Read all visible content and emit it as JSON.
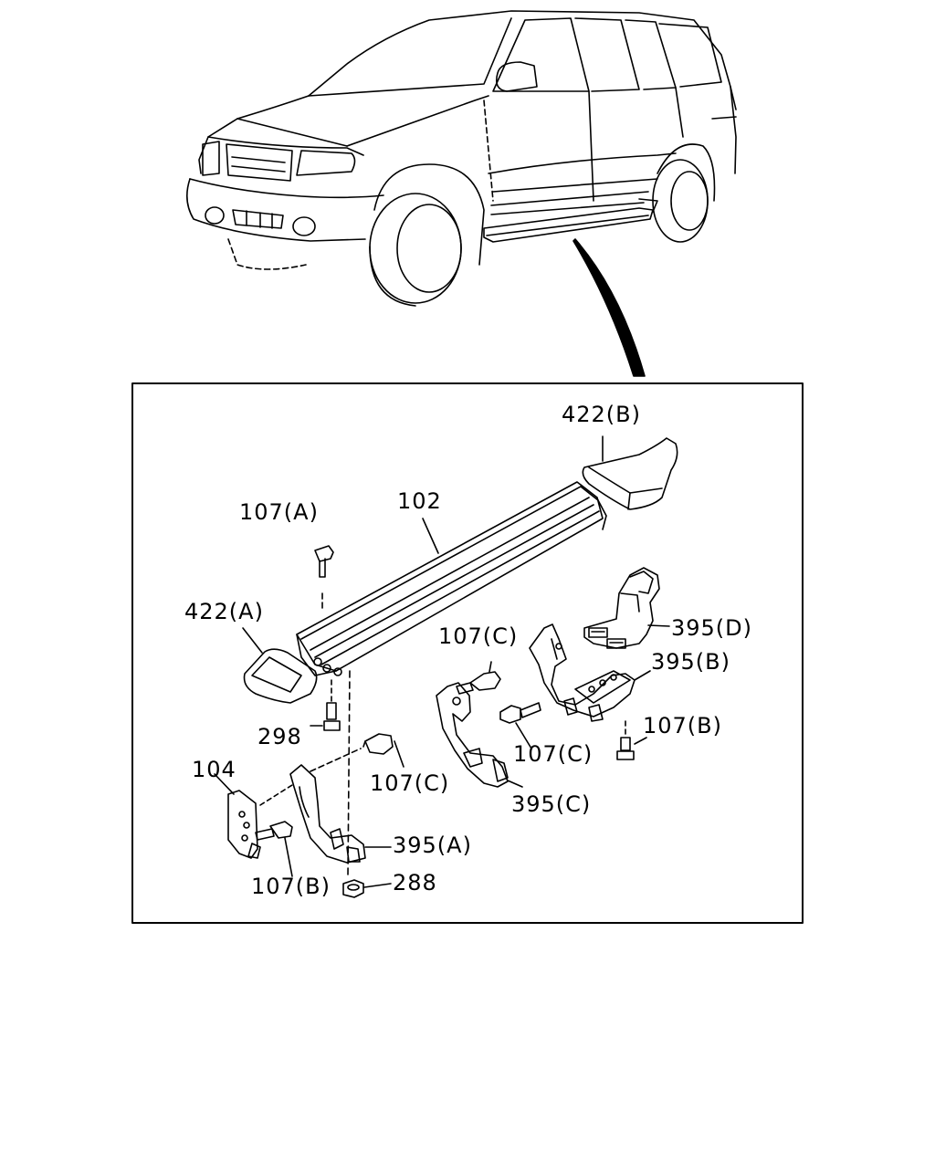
{
  "diagram": {
    "callouts": {
      "422b": "422(B)",
      "107a": "107(A)",
      "102": "102",
      "422a": "422(A)",
      "395d": "395(D)",
      "107c_upper": "107(C)",
      "395b": "395(B)",
      "298": "298",
      "107b_right": "107(B)",
      "107c_mid": "107(C)",
      "104": "104",
      "107c_left": "107(C)",
      "395c": "395(C)",
      "395a": "395(A)",
      "107b_left": "107(B)",
      "288": "288"
    }
  }
}
